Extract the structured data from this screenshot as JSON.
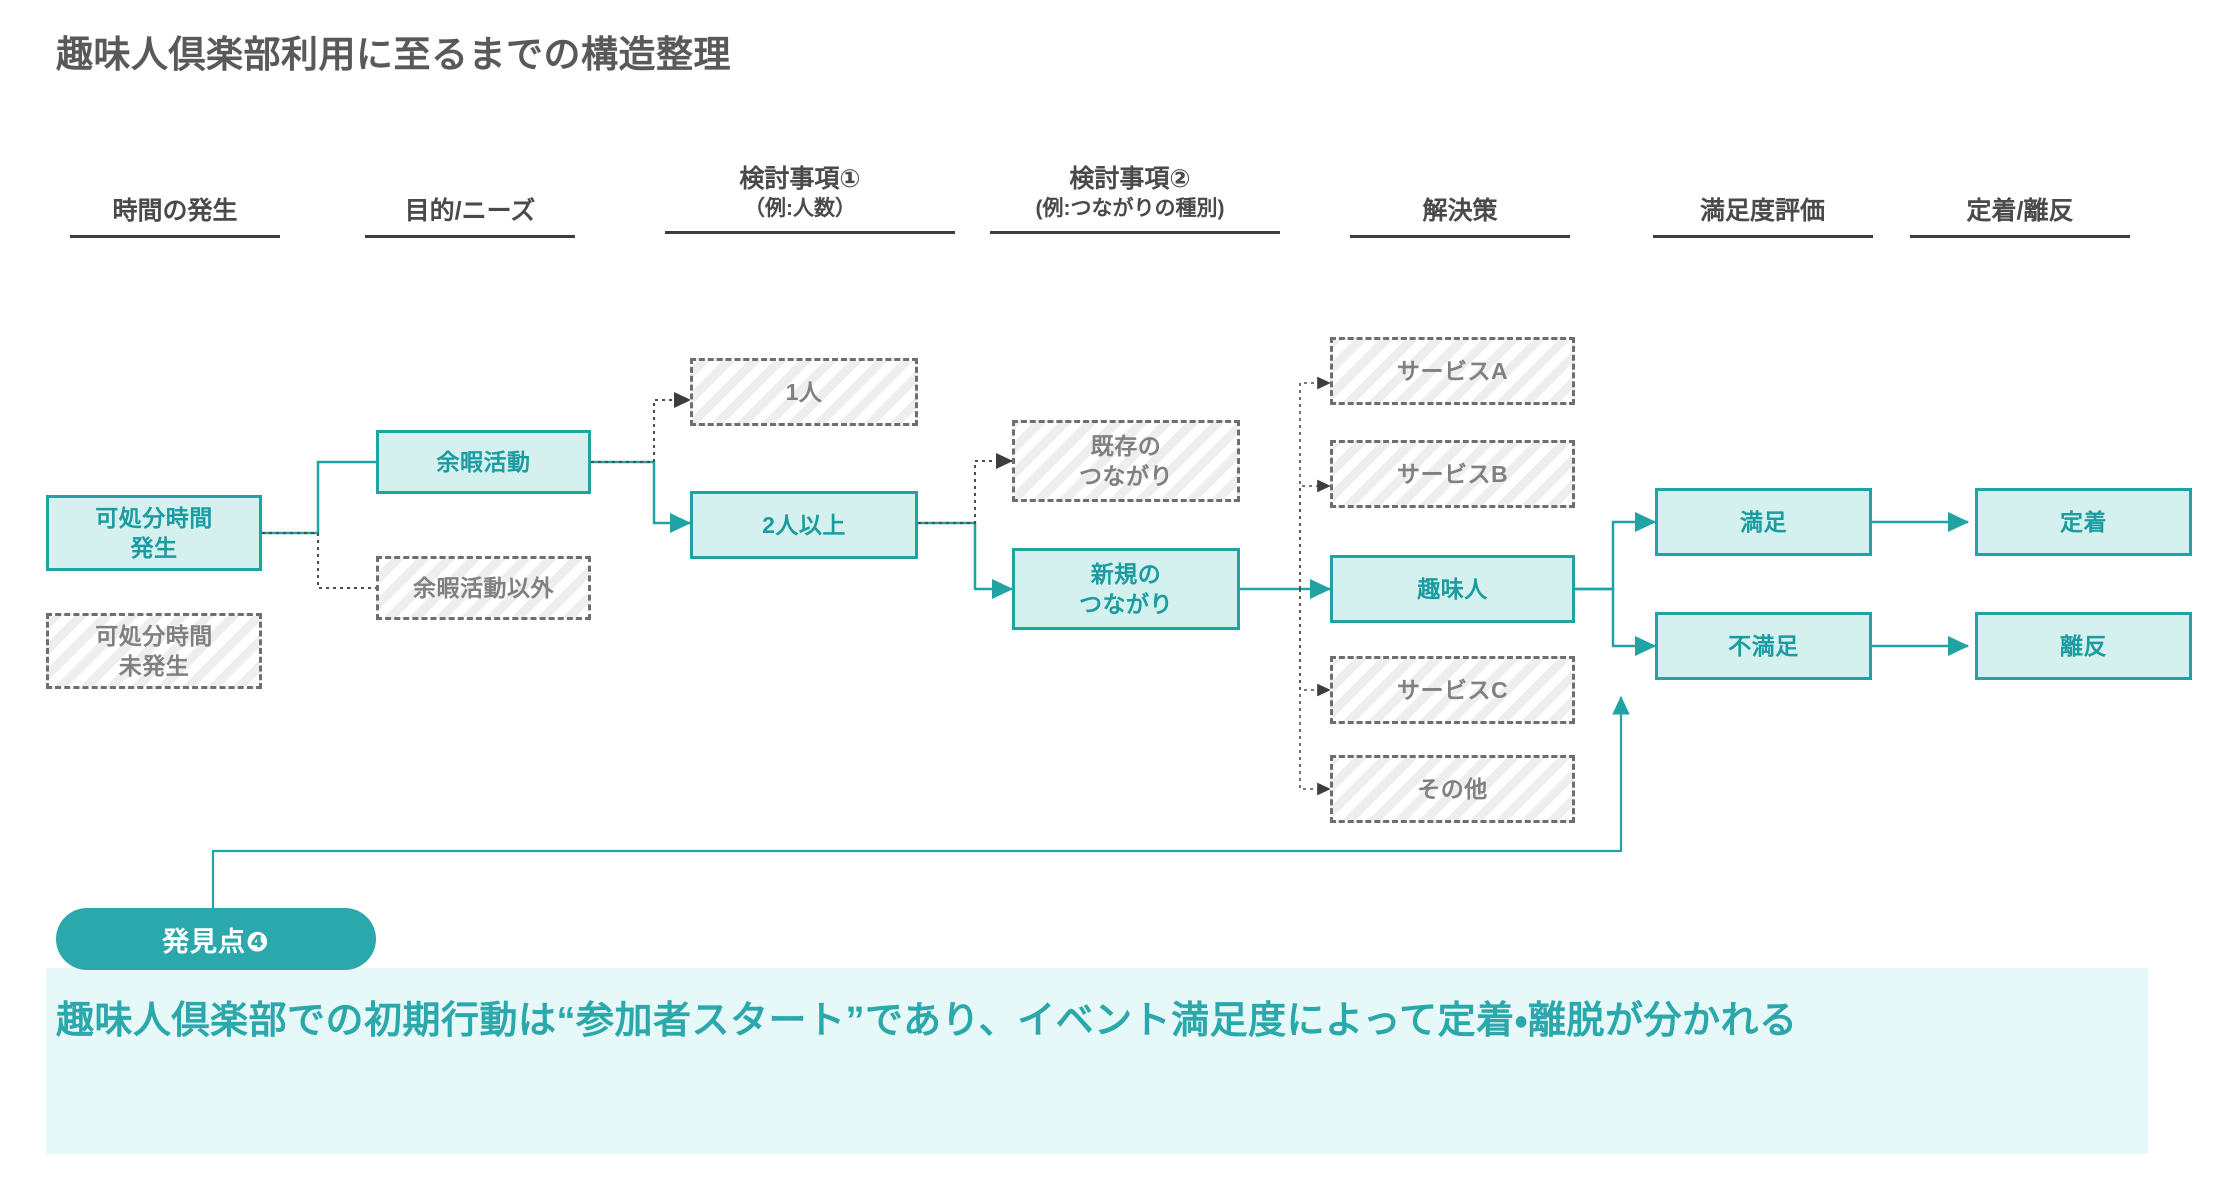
{
  "page": {
    "title": "趣味人倶楽部利用に至るまでの構造整理",
    "accent_color": "#21a3a6",
    "accent_fill": "#d4f1f0",
    "banner_bg": "#e6f8f7",
    "inactive_color": "#808080",
    "title_color": "#595959"
  },
  "columns": [
    {
      "id": "time",
      "line1": "時間の発生",
      "line2": ""
    },
    {
      "id": "purpose",
      "line1": "目的/ニーズ",
      "line2": ""
    },
    {
      "id": "consider-1",
      "line1": "検討事項①",
      "line2": "（例:人数）"
    },
    {
      "id": "consider-2",
      "line1": "検討事項②",
      "line2": "(例:つながりの種別)"
    },
    {
      "id": "solution",
      "line1": "解決策",
      "line2": ""
    },
    {
      "id": "satisfaction",
      "line1": "満足度評価",
      "line2": ""
    },
    {
      "id": "retention",
      "line1": "定着/離反",
      "line2": ""
    }
  ],
  "nodes": {
    "time": [
      {
        "id": "disposable-time-occurs",
        "label": "可処分時間\n発生",
        "state": "active"
      },
      {
        "id": "disposable-time-not-occurs",
        "label": "可処分時間\n未発生",
        "state": "inactive"
      }
    ],
    "purpose": [
      {
        "id": "leisure-activity",
        "label": "余暇活動",
        "state": "active"
      },
      {
        "id": "non-leisure-activity",
        "label": "余暇活動以外",
        "state": "inactive"
      }
    ],
    "consider-1": [
      {
        "id": "one-person",
        "label": "1人",
        "state": "inactive"
      },
      {
        "id": "two-or-more",
        "label": "2人以上",
        "state": "active"
      }
    ],
    "consider-2": [
      {
        "id": "existing-connection",
        "label": "既存の\nつながり",
        "state": "inactive"
      },
      {
        "id": "new-connection",
        "label": "新規の\nつながり",
        "state": "active"
      }
    ],
    "solution": [
      {
        "id": "service-a",
        "label": "サービスA",
        "state": "inactive"
      },
      {
        "id": "service-b",
        "label": "サービスB",
        "state": "inactive"
      },
      {
        "id": "shumito",
        "label": "趣味人",
        "state": "active"
      },
      {
        "id": "service-c",
        "label": "サービスC",
        "state": "inactive"
      },
      {
        "id": "other",
        "label": "その他",
        "state": "inactive"
      }
    ],
    "satisfaction": [
      {
        "id": "satisfied",
        "label": "満足",
        "state": "active"
      },
      {
        "id": "dissatisfied",
        "label": "不満足",
        "state": "active"
      }
    ],
    "retention": [
      {
        "id": "retained",
        "label": "定着",
        "state": "active"
      },
      {
        "id": "churned",
        "label": "離反",
        "state": "active"
      }
    ]
  },
  "finding": {
    "badge": "発見点❹",
    "text": "趣味人倶楽部での初期行動は“参加者スタート”であり、イベント満足度によって定着・離脱が分かれる"
  }
}
